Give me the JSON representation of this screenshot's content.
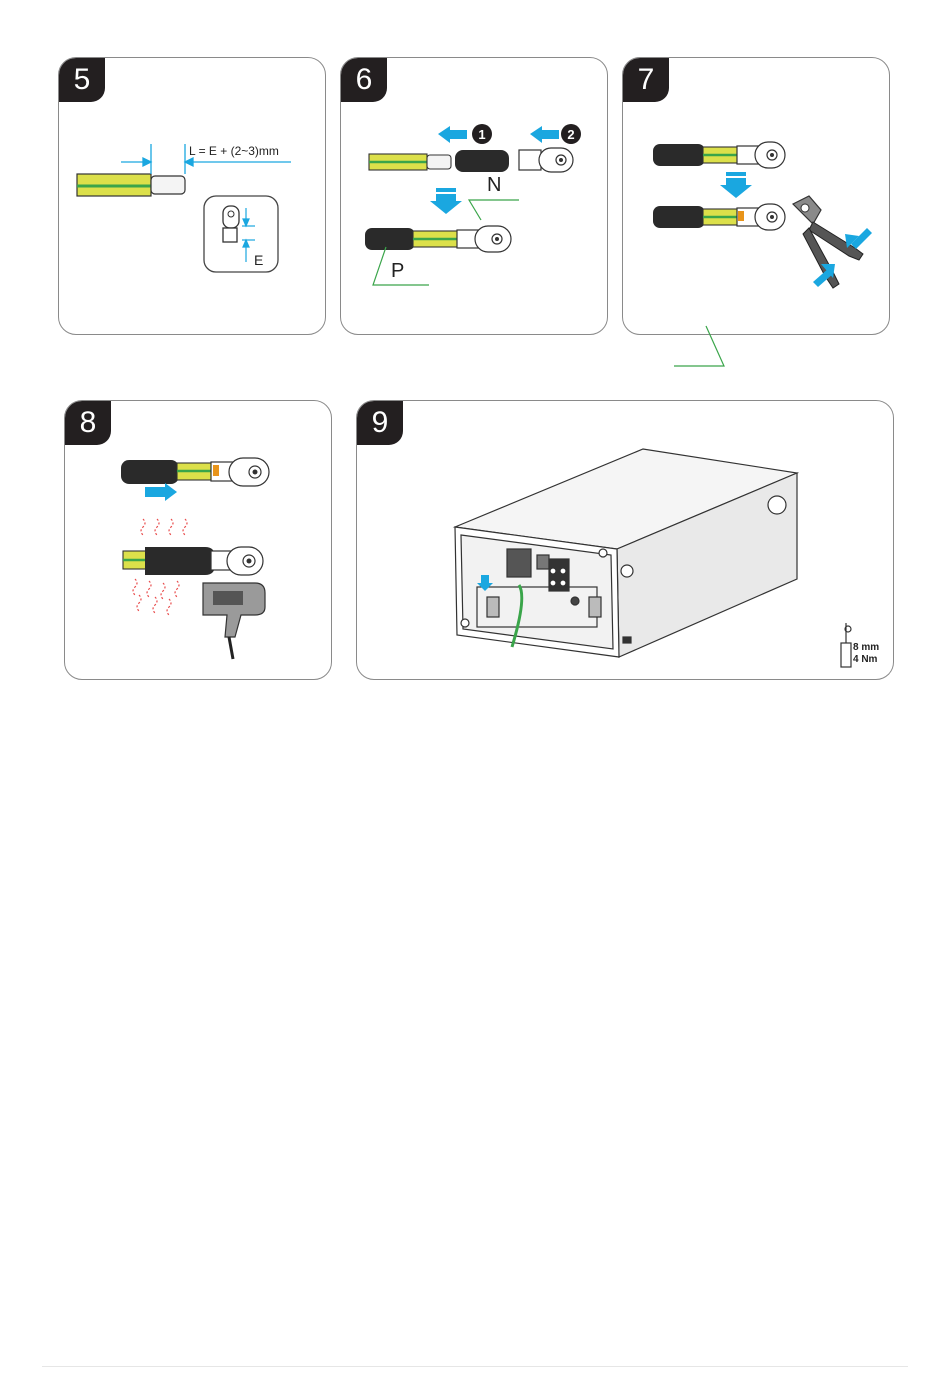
{
  "steps": [
    {
      "number": "5",
      "formula": "L = E + (2~3)mm",
      "dim_label": "E"
    },
    {
      "number": "6",
      "callout_1": "1",
      "callout_2": "2",
      "label_n": "N",
      "label_p": "P"
    },
    {
      "number": "7"
    },
    {
      "number": "8"
    },
    {
      "number": "9",
      "tool_size": "8 mm",
      "tool_torque": "4 Nm"
    }
  ],
  "colors": {
    "accent_arrow": "#1aa7e0",
    "wire_yellow": "#dce04a",
    "wire_green": "#3aa54a",
    "badge": "#231f20"
  }
}
